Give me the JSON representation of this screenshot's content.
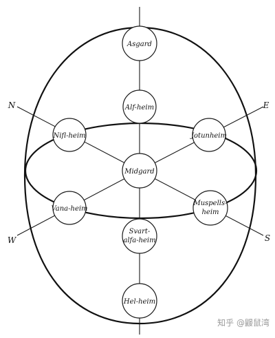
{
  "diagram": {
    "compass": {
      "north": "N",
      "east": "E",
      "west": "W",
      "south": "S"
    },
    "worlds": {
      "asgard": "Asgard",
      "alfheim": "Alf-heim",
      "niflheim": "Nifl-heim",
      "jotunheim": "Jotunheim",
      "midgard": "Midgard",
      "vanaheim": "Vana-heim",
      "muspellsheim_line1": "Muspells-",
      "muspellsheim_line2": "heim",
      "svartalfaheim_line1": "Svart-",
      "svartalfaheim_line2": "alfa-heim",
      "helheim": "Hel-heim"
    }
  },
  "watermark": {
    "text": "知乎 @鼹鼠湾"
  }
}
